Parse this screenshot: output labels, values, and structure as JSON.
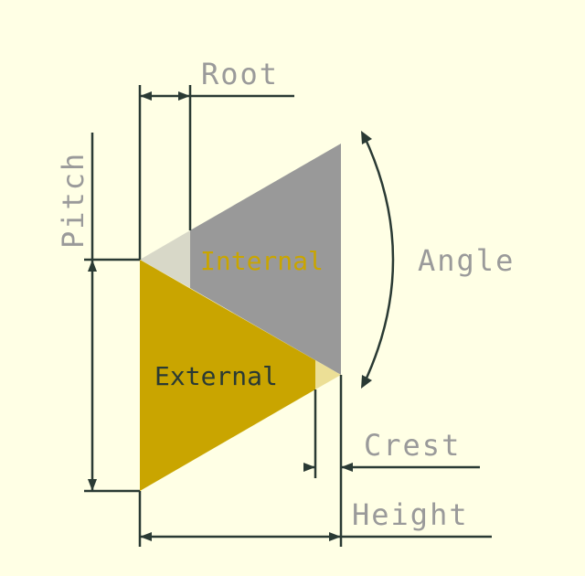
{
  "labels": {
    "root": "Root",
    "pitch": "Pitch",
    "angle": "Angle",
    "crest": "Crest",
    "height": "Height",
    "internal": "Internal",
    "external": "External"
  },
  "colors": {
    "background": "#ffffe5",
    "internal_thread": "#999999",
    "external_thread": "#c9a500",
    "root_fill": "#d8d8c8",
    "crest_fill": "#ecdf96",
    "dimension_line": "#2a3a34",
    "label_text": "#9a9a9a",
    "internal_text": "#c9a500",
    "external_text": "#2a3a34"
  }
}
